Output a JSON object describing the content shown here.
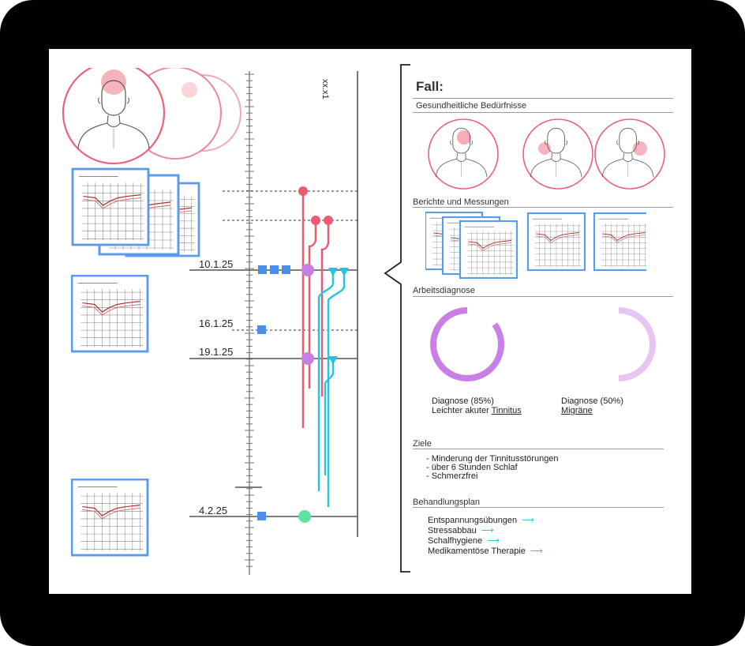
{
  "timeline": {
    "version_label": "xx.x1",
    "dates": [
      "10.1.25",
      "16.1.25",
      "19.1.25",
      "4.2.25"
    ]
  },
  "case": {
    "title": "Fall:",
    "sections": {
      "needs": "Gesundheitliche Bedürfnisse",
      "reports": "Berichte und Messungen",
      "diagnosis": "Arbeitsdiagnose",
      "goals": "Ziele",
      "plan": "Behandlungsplan"
    },
    "diagnoses": [
      {
        "label": "Diagnose  (85%)",
        "prefix": "Leichter akuter ",
        "name": "Tinnitus",
        "value": 0.85,
        "color": "#c97fe6"
      },
      {
        "label": "Diagnose  (50%)",
        "prefix": "",
        "name": "Migräne",
        "value": 0.5,
        "color": "#e6c5f3"
      }
    ],
    "goals": [
      "- Minderung der Tinnitusstörungen",
      "- über 6 Stunden Schlaf",
      "- Schmerzfrei"
    ],
    "plan": [
      "Entspannungsübungen",
      "Stressabbau",
      "Schalfhygiene",
      "Medikamentöse Therapie"
    ]
  },
  "icons": {
    "head": "head-portrait-icon",
    "audiogram": "audiogram-chart-icon",
    "arrow": "right-arrow-icon"
  },
  "colors": {
    "red": "#ec5a6e",
    "cyan": "#22c6e0",
    "purple": "#c77ee6",
    "blue": "#4d8ee9",
    "green": "#5ee3a0"
  }
}
